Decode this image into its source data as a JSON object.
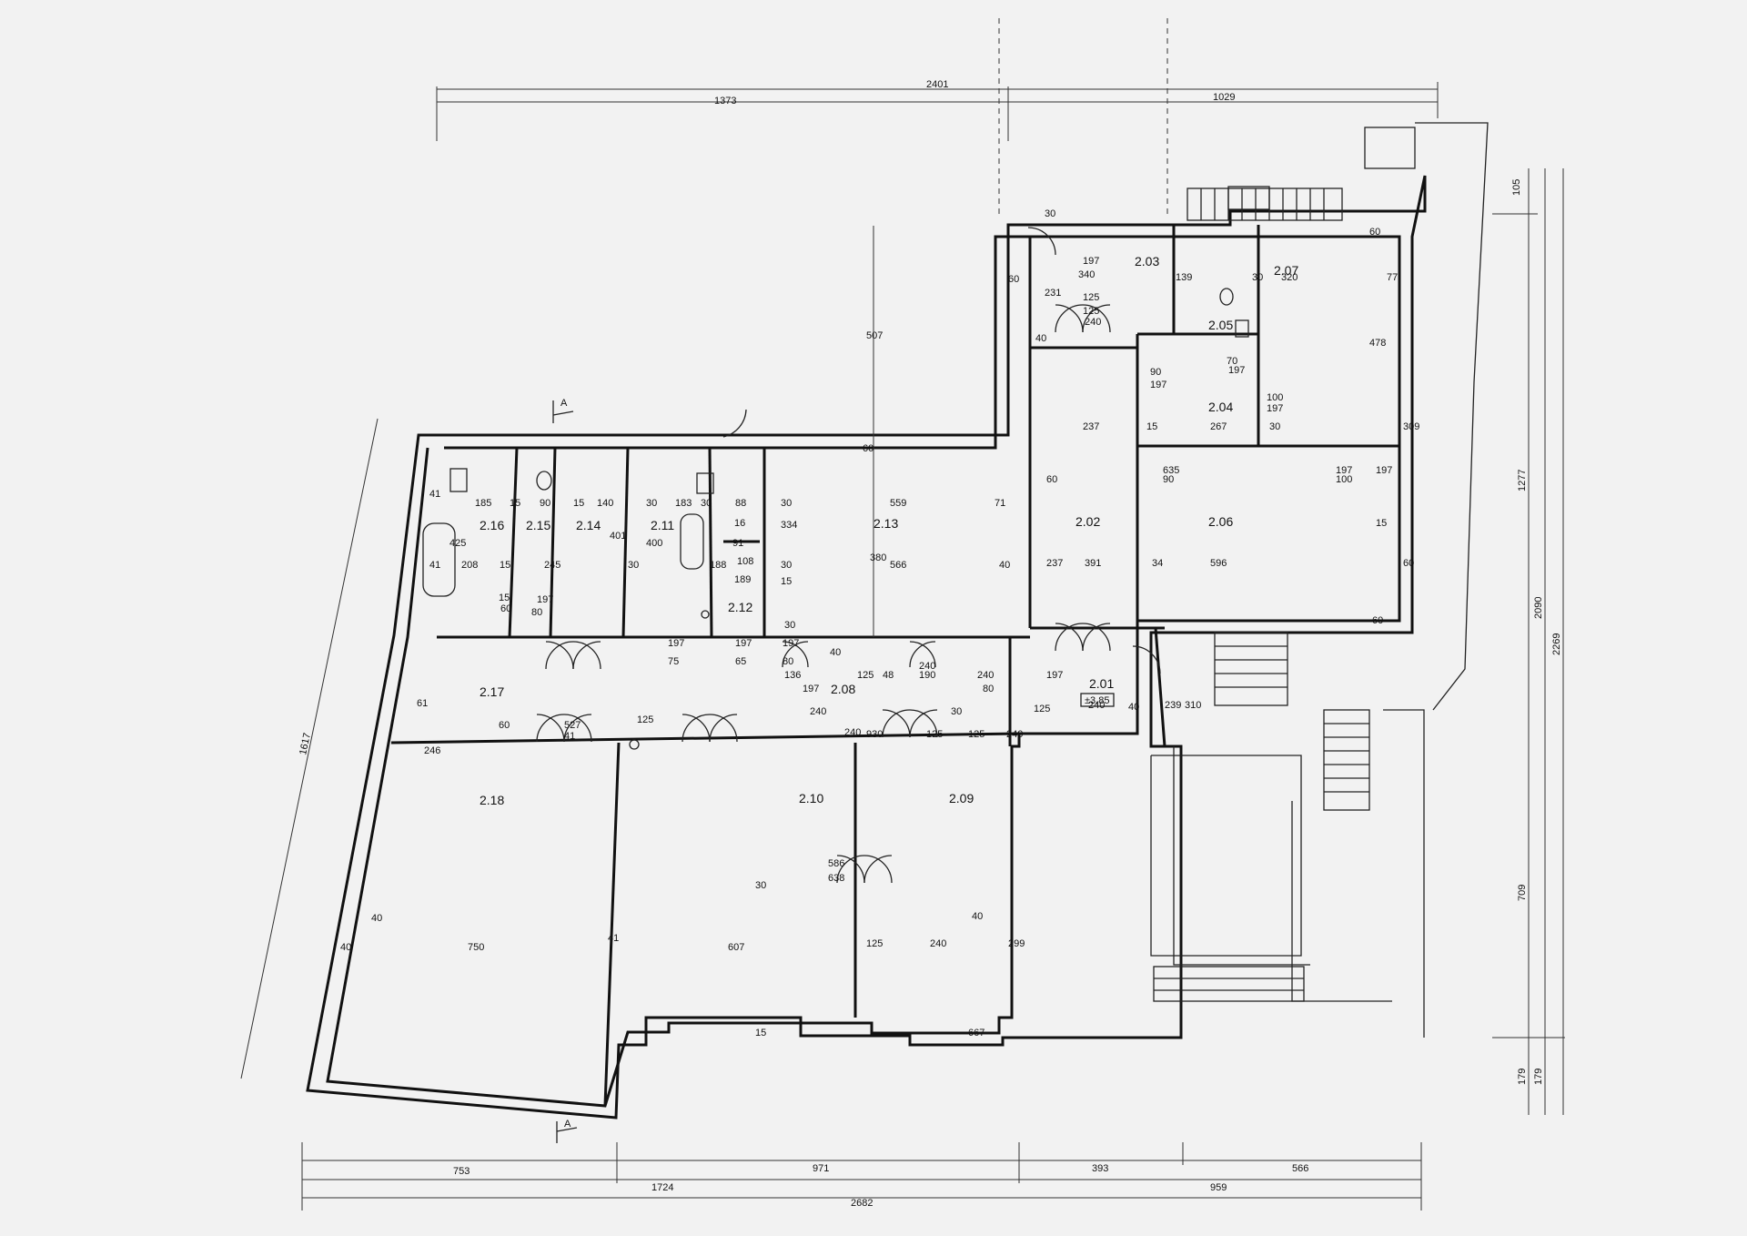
{
  "rooms": [
    "2.01",
    "2.02",
    "2.03",
    "2.04",
    "2.05",
    "2.06",
    "2.07",
    "2.08",
    "2.09",
    "2.10",
    "2.11",
    "2.12",
    "2.13",
    "2.14",
    "2.15",
    "2.16",
    "2.17",
    "2.18"
  ],
  "level_tag": "±3,85",
  "section_marker": "A",
  "dims_top": [
    "2401",
    "1373",
    "1029"
  ],
  "dims_bottom": [
    "753",
    "971",
    "393",
    "566",
    "1724",
    "959",
    "2682"
  ],
  "dims_right": [
    "105",
    "1277",
    "2090",
    "2269",
    "709",
    "179",
    "179"
  ],
  "dims_left": [
    "1617"
  ],
  "dims_inner": [
    "30",
    "60",
    "340",
    "125",
    "197",
    "231",
    "125",
    "240",
    "40",
    "139",
    "30",
    "320",
    "77",
    "60",
    "478",
    "70",
    "197",
    "90",
    "197",
    "100",
    "197",
    "237",
    "15",
    "267",
    "30",
    "309",
    "60",
    "635",
    "90",
    "197",
    "100",
    "197",
    "15",
    "391",
    "237",
    "34",
    "596",
    "60",
    "60",
    "507",
    "60",
    "559",
    "71",
    "380",
    "566",
    "40",
    "30",
    "334",
    "30",
    "15",
    "30",
    "88",
    "16",
    "91",
    "108",
    "189",
    "185",
    "15",
    "90",
    "15",
    "140",
    "30",
    "183",
    "30",
    "41",
    "425",
    "41",
    "208",
    "15",
    "245",
    "30",
    "400",
    "401",
    "188",
    "15",
    "60",
    "197",
    "80",
    "197",
    "75",
    "197",
    "65",
    "197",
    "80",
    "136",
    "197",
    "40",
    "125",
    "240",
    "190",
    "240",
    "80",
    "197",
    "125",
    "240",
    "239",
    "40",
    "310",
    "61",
    "60",
    "246",
    "527",
    "41",
    "125",
    "240",
    "30",
    "930",
    "125",
    "240",
    "125",
    "240",
    "40",
    "40",
    "750",
    "41",
    "607",
    "30",
    "586",
    "638",
    "125",
    "240",
    "40",
    "299",
    "667",
    "15",
    "48",
    "60",
    "239"
  ]
}
